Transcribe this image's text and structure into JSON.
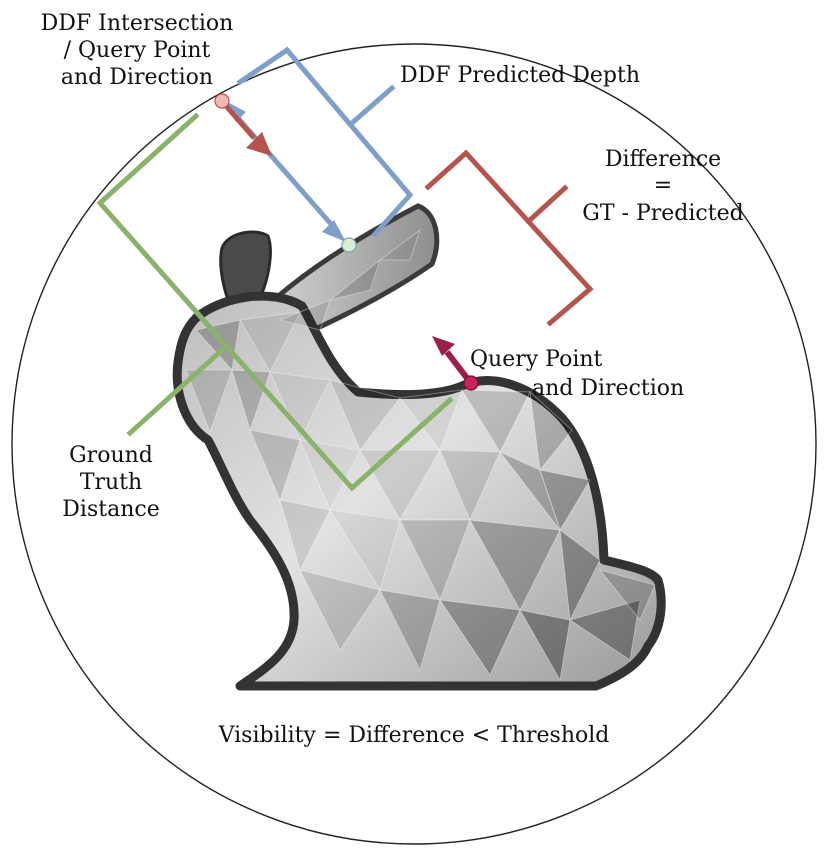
{
  "labels": {
    "ddf_intersection": [
      "DDF Intersection",
      "/ Query Point",
      "and Direction"
    ],
    "ddf_predicted_depth": "DDF Predicted Depth",
    "difference": [
      "Difference",
      "=",
      "GT - Predicted"
    ],
    "query_point": [
      "Query Point",
      "and Direction"
    ],
    "ground_truth": [
      "Ground",
      "Truth",
      "Distance"
    ],
    "visibility": "Visibility = Difference < Threshold"
  },
  "colors": {
    "blue": "#7f9fcb",
    "green": "#8ab26a",
    "red": "#b5544c",
    "dark_red": "#9c1f45",
    "query_dot": "#c8245c",
    "intersection_dot": "#f3b8b4",
    "endpoint_dot": "#d8f0d0",
    "circle": "#222222",
    "bunny_dark": "#3a3a3a",
    "bunny_light": "#d9d9d9"
  }
}
